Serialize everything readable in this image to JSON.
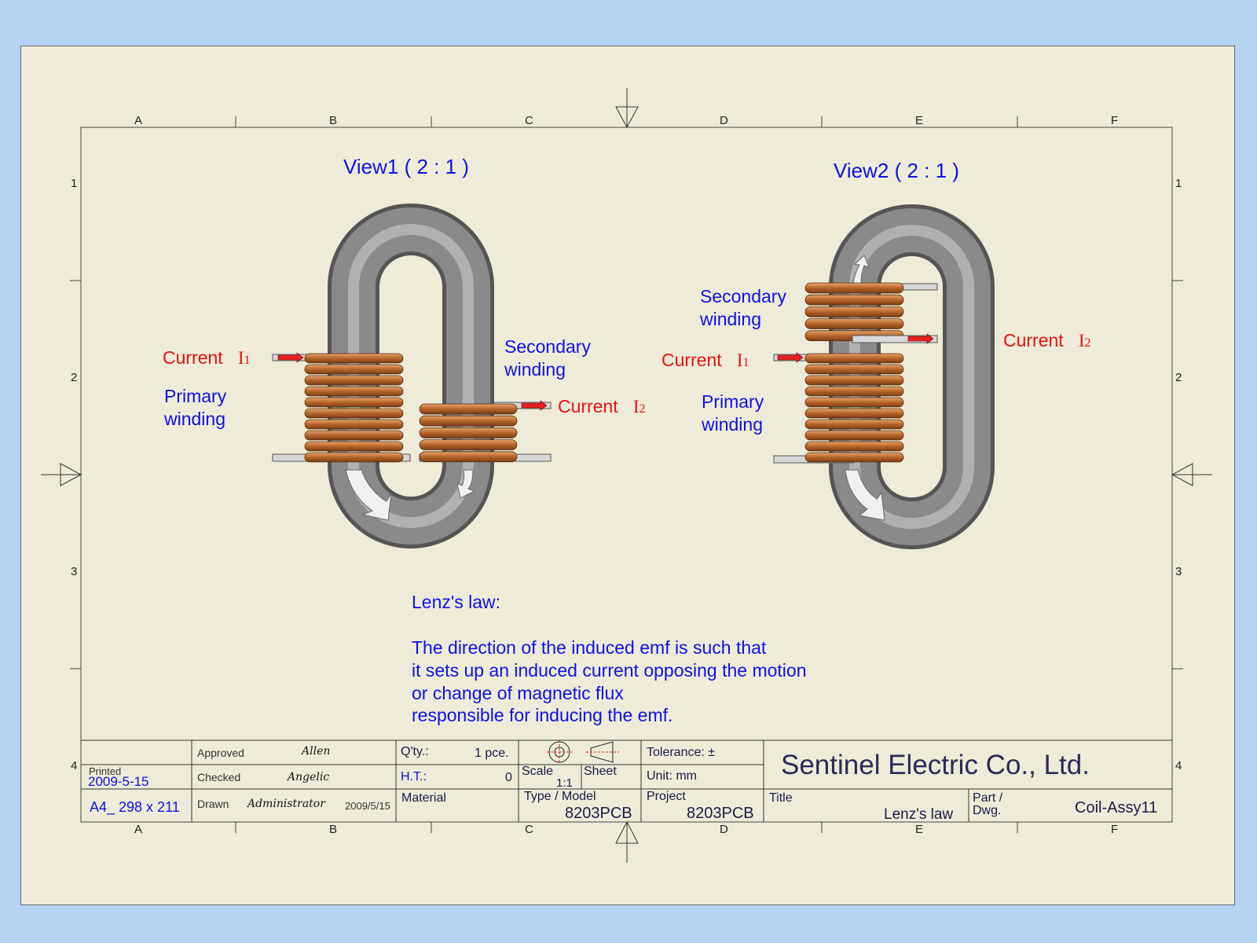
{
  "views": [
    {
      "title": "View1  ( 2 : 1 )",
      "labels": {
        "current_primary": "Current",
        "current_primary_sym": "I",
        "current_primary_sub": "1",
        "primary": [
          "Primary",
          "winding"
        ],
        "secondary": [
          "Secondary",
          "winding"
        ],
        "current_secondary": "Current",
        "current_secondary_sym": "I",
        "current_secondary_sub": "2"
      }
    },
    {
      "title": "View2  ( 2 : 1 )",
      "labels": {
        "current_primary": "Current",
        "current_primary_sym": "I",
        "current_primary_sub": "1",
        "primary": [
          "Primary",
          "winding"
        ],
        "secondary": [
          "Secondary",
          "winding"
        ],
        "current_secondary": "Current",
        "current_secondary_sym": "I",
        "current_secondary_sub": "2"
      }
    }
  ],
  "note": {
    "heading": "Lenz's law:",
    "lines": [
      "The direction of the induced emf is such that",
      "it sets up an induced current opposing the motion",
      "or change of magnetic flux",
      "responsible for inducing the emf."
    ]
  },
  "grid": {
    "columns": [
      "A",
      "B",
      "C",
      "D",
      "E",
      "F"
    ],
    "rows": [
      "1",
      "2",
      "3",
      "4"
    ]
  },
  "title_block": {
    "printed_label": "Printed",
    "printed_date": "2009-5-15",
    "paper": "A4_ 298 x 211",
    "approved_label": "Approved",
    "approved_by": "Allen",
    "checked_label": "Checked",
    "checked_by": "Angelic",
    "drawn_label": "Drawn",
    "drawn_by": "Administrator",
    "drawn_date": "2009/5/15",
    "qty_label": "Q'ty.:",
    "qty_value": "1 pce.",
    "ht_label": "H.T.:",
    "ht_value": "0",
    "material_label": "Material",
    "scale_label": "Scale",
    "scale_value": "1:1",
    "sheet_label": "Sheet",
    "type_label": "Type / Model",
    "type_value": "8203PCB",
    "project_label": "Project",
    "project_value": "8203PCB",
    "tolerance_label": "Tolerance:  ±",
    "unit_label": "Unit: mm",
    "company": "Sentinel Electric Co., Ltd.",
    "title_label": "Title",
    "title_value": "Lenz's law",
    "part_label": "Part  /",
    "dwg_label": "Dwg.",
    "part_value": "Coil-Assy11"
  },
  "colors": {
    "background": "#b3d3f1",
    "sheet": "#eeecd8",
    "label_blue": "#1010e6",
    "label_red": "#e81010",
    "core": "#808080",
    "copper": "#c87a3e"
  }
}
